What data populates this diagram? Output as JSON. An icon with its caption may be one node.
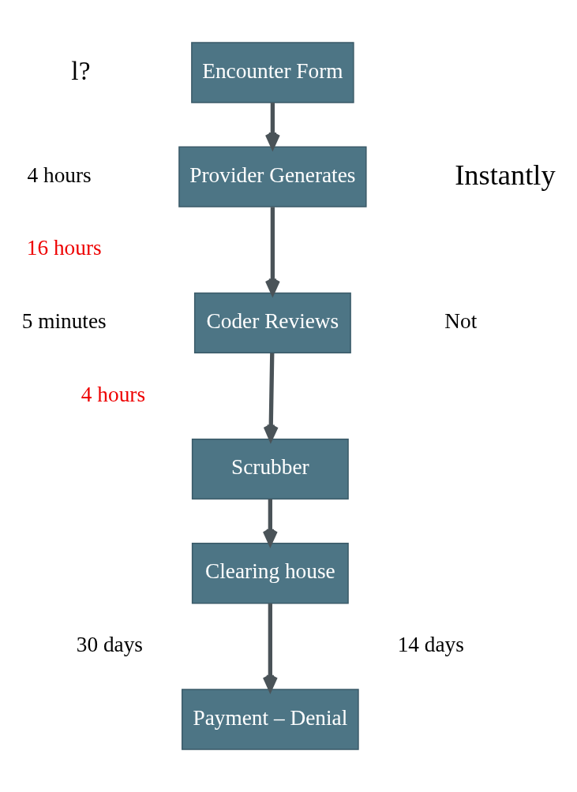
{
  "diagram": {
    "nodes": [
      {
        "text": [
          "Encounter Form"
        ]
      },
      {
        "text": [
          "Provider Generates"
        ]
      },
      {
        "text": [
          "Coder Reviews"
        ]
      },
      {
        "text": [
          "Scrubber"
        ]
      },
      {
        "text": [
          "Clearing house"
        ]
      },
      {
        "text": [
          "Payment – Denial"
        ]
      }
    ],
    "edges": [
      {
        "from": 0,
        "to": 1,
        "arrow": "to"
      },
      {
        "from": 1,
        "to": 2,
        "arrow": "to"
      },
      {
        "from": 2,
        "to": 3,
        "arrow": "to"
      },
      {
        "from": 3,
        "to": 4,
        "arrow": "to"
      },
      {
        "from": 4,
        "to": 5,
        "arrow": "to"
      }
    ],
    "labels": [
      "l?",
      "4 hours",
      "Instantly",
      "16 hours",
      "5 minutes",
      "Not",
      "4 hours",
      "30 days",
      "14 days"
    ]
  }
}
